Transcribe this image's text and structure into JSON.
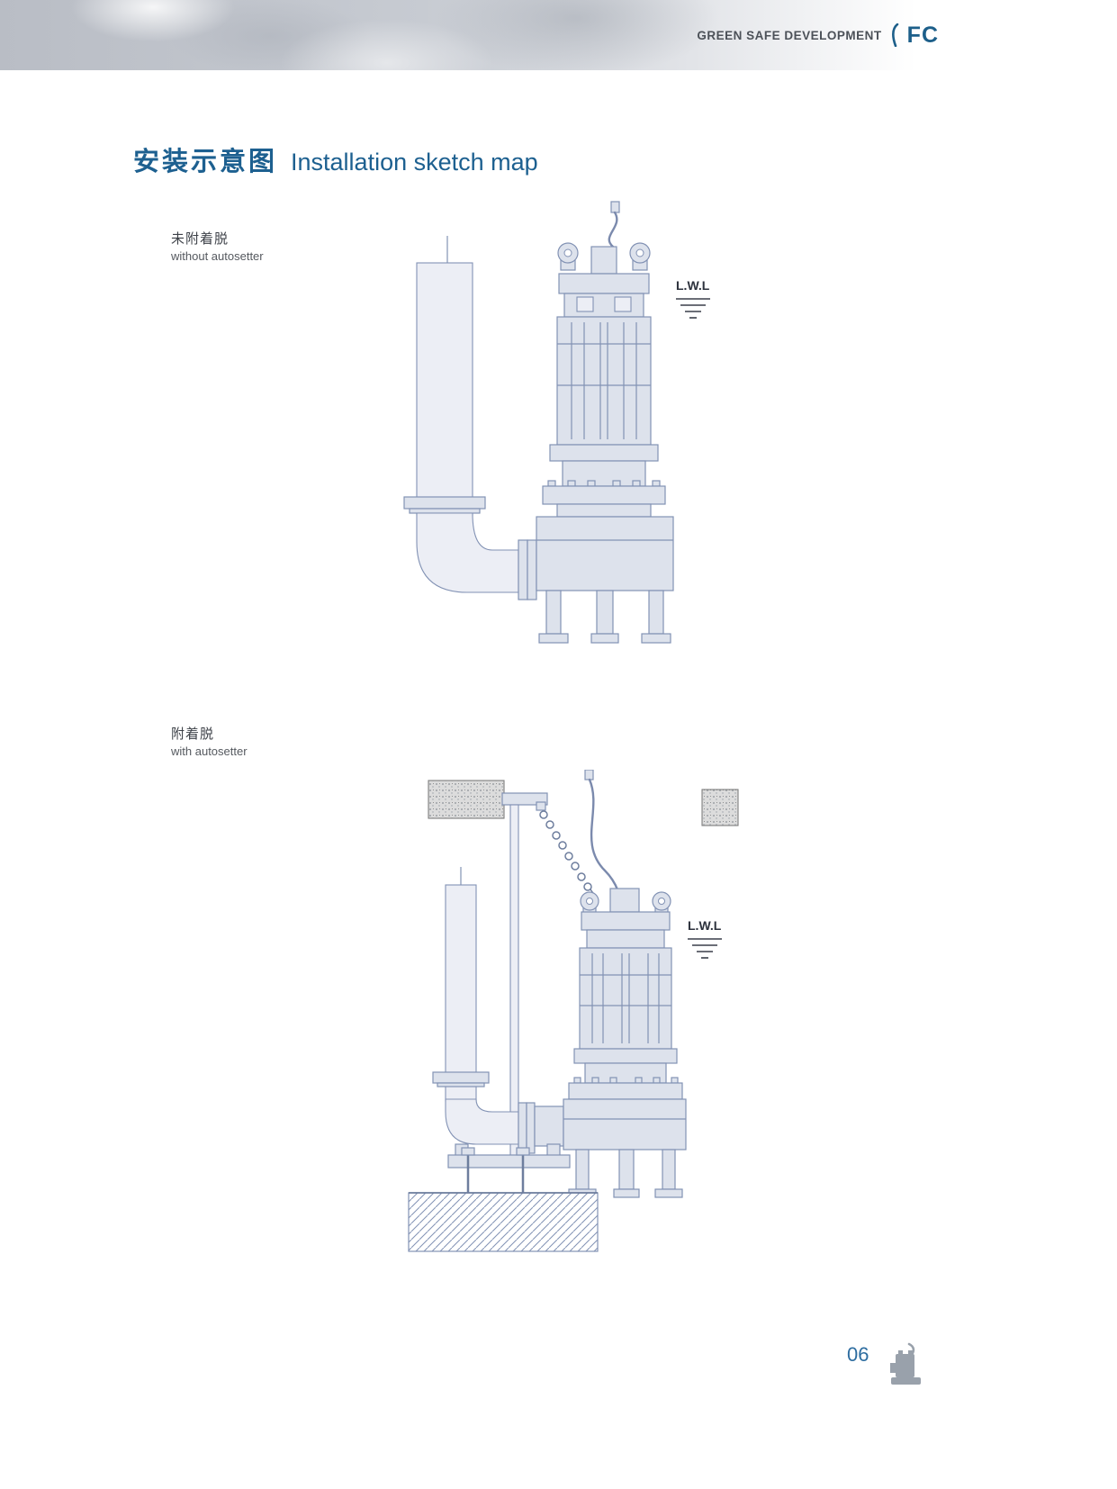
{
  "header": {
    "tagline": "GREEN SAFE DEVELOPMENT",
    "brand": "FC"
  },
  "title": {
    "zh": "安装示意图",
    "en": "Installation sketch map"
  },
  "sections": [
    {
      "label_zh": "未附着脱",
      "label_en": "without autosetter",
      "water_level": "L.W.L"
    },
    {
      "label_zh": "附着脱",
      "label_en": "with autosetter",
      "water_level": "L.W.L"
    }
  ],
  "footer": {
    "page_number": "06"
  },
  "colors": {
    "accent": "#1d5f8a",
    "diagram_stroke": "#8292b4",
    "diagram_fill": "#dde2ec",
    "concrete": "#dcdcdc"
  }
}
